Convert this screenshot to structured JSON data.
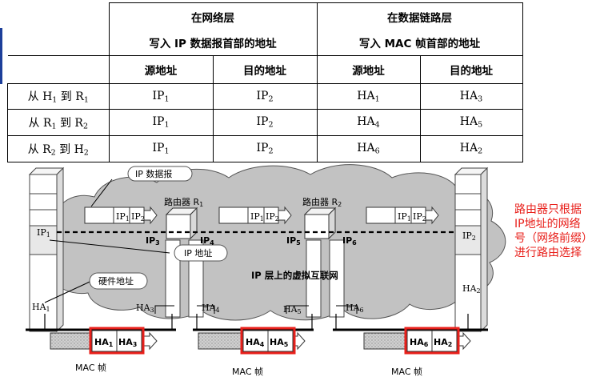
{
  "table": {
    "group_network_title": "在网络层",
    "group_network_sub": "写入 IP 数据报首部的地址",
    "group_link_title": "在数据链路层",
    "group_link_sub": "写入 MAC 帧首部的地址",
    "col_src": "源地址",
    "col_dst": "目的地址",
    "rows": [
      {
        "label": [
          "从 H",
          "1",
          " 到 R",
          "1"
        ],
        "ip_src": [
          "IP",
          "1"
        ],
        "ip_dst": [
          "IP",
          "2"
        ],
        "ha_src": [
          "HA",
          "1"
        ],
        "ha_dst": [
          "HA",
          "3"
        ]
      },
      {
        "label": [
          "从 R",
          "1",
          " 到 R",
          "2"
        ],
        "ip_src": [
          "IP",
          "1"
        ],
        "ip_dst": [
          "IP",
          "2"
        ],
        "ha_src": [
          "HA",
          "4"
        ],
        "ha_dst": [
          "HA",
          "5"
        ]
      },
      {
        "label": [
          "从 R",
          "2",
          " 到 H",
          "2"
        ],
        "ip_src": [
          "IP",
          "1"
        ],
        "ip_dst": [
          "IP",
          "2"
        ],
        "ha_src": [
          "HA",
          "6"
        ],
        "ha_dst": [
          "HA",
          "2"
        ]
      }
    ]
  },
  "diagram": {
    "ip_datagram_label": "IP 数据报",
    "router1_label": [
      "路由器 R",
      "1"
    ],
    "router2_label": [
      "路由器 R",
      "2"
    ],
    "ip_address_label": "IP 地址",
    "hw_address_label": "硬件地址",
    "internet_label": "IP 层上的虚拟互联网",
    "mac_frame_label": "MAC 帧",
    "packet_fields": [
      [
        "IP",
        "1"
      ],
      [
        "IP",
        "2"
      ]
    ],
    "ip1": [
      "IP",
      "1"
    ],
    "ip2": [
      "IP",
      "2"
    ],
    "ip3": [
      "IP",
      "3"
    ],
    "ip4": [
      "IP",
      "4"
    ],
    "ip5": [
      "IP",
      "5"
    ],
    "ip6": [
      "IP",
      "6"
    ],
    "ha1": [
      "HA",
      "1"
    ],
    "ha2": [
      "HA",
      "2"
    ],
    "ha3": [
      "HA",
      "3"
    ],
    "ha4": [
      "HA",
      "4"
    ],
    "ha5": [
      "HA",
      "5"
    ],
    "ha6": [
      "HA",
      "6"
    ],
    "frames": [
      {
        "src": [
          "HA",
          "1"
        ],
        "dst": [
          "HA",
          "3"
        ]
      },
      {
        "src": [
          "HA",
          "4"
        ],
        "dst": [
          "HA",
          "5"
        ]
      },
      {
        "src": [
          "HA",
          "6"
        ],
        "dst": [
          "HA",
          "2"
        ]
      }
    ],
    "highlight_color": "#e8201b",
    "cloud_color": "#c2c2c2"
  },
  "annotation": {
    "lines": [
      "路由器只根据",
      "IP地址的网络",
      "号（网络前缀）",
      "进行路由选择"
    ],
    "color": "#e8201b"
  }
}
